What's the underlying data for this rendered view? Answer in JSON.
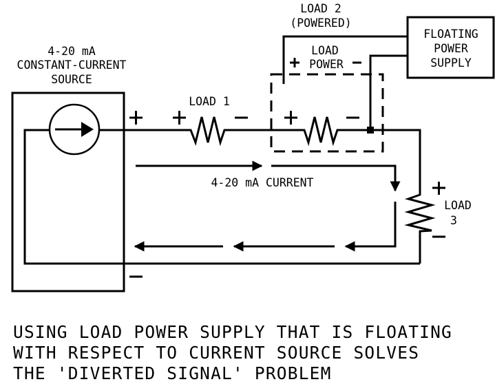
{
  "diagram": {
    "title": "Floating load power supply solves diverted signal problem",
    "source": {
      "label_lines": [
        "4-20 mA",
        "CONSTANT-CURRENT",
        "SOURCE"
      ],
      "plus": "+",
      "minus": "−"
    },
    "load1": {
      "label": "LOAD 1",
      "plus": "+",
      "minus": "−"
    },
    "load2": {
      "label_lines": [
        "LOAD 2",
        "(POWERED)"
      ],
      "power_label_lines": [
        "LOAD",
        "POWER"
      ],
      "power_plus": "+",
      "power_minus": "−",
      "plus": "+",
      "minus": "−"
    },
    "supply": {
      "label_lines": [
        "FLOATING",
        "POWER",
        "SUPPLY"
      ]
    },
    "load3": {
      "label_lines": [
        "LOAD",
        "3"
      ],
      "plus": "+",
      "minus": "−"
    },
    "current_label": "4-20 mA CURRENT",
    "caption_lines": [
      "USING LOAD POWER SUPPLY THAT IS FLOATING",
      "WITH RESPECT TO CURRENT SOURCE SOLVES",
      "THE 'DIVERTED SIGNAL' PROBLEM"
    ],
    "colors": {
      "ink": "#000000",
      "background": "#ffffff"
    }
  }
}
